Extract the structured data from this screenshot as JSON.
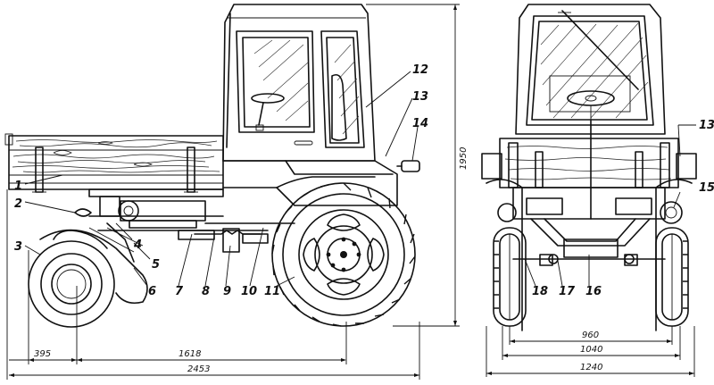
{
  "callouts": {
    "c1": "1",
    "c2": "2",
    "c3": "3",
    "c4": "4",
    "c5": "5",
    "c6": "6",
    "c7": "7",
    "c8": "8",
    "c9": "9",
    "c10": "10",
    "c11": "11",
    "c12": "12",
    "c13": "13",
    "c14": "14",
    "c13b": "13",
    "c15": "15",
    "c16": "16",
    "c17": "17",
    "c18": "18"
  },
  "dimensions": {
    "overhang": "395",
    "wheelbase": "1618",
    "overall_length": "2453",
    "height": "1950",
    "track_inner": "960",
    "track": "1040",
    "overall_width": "1240"
  }
}
